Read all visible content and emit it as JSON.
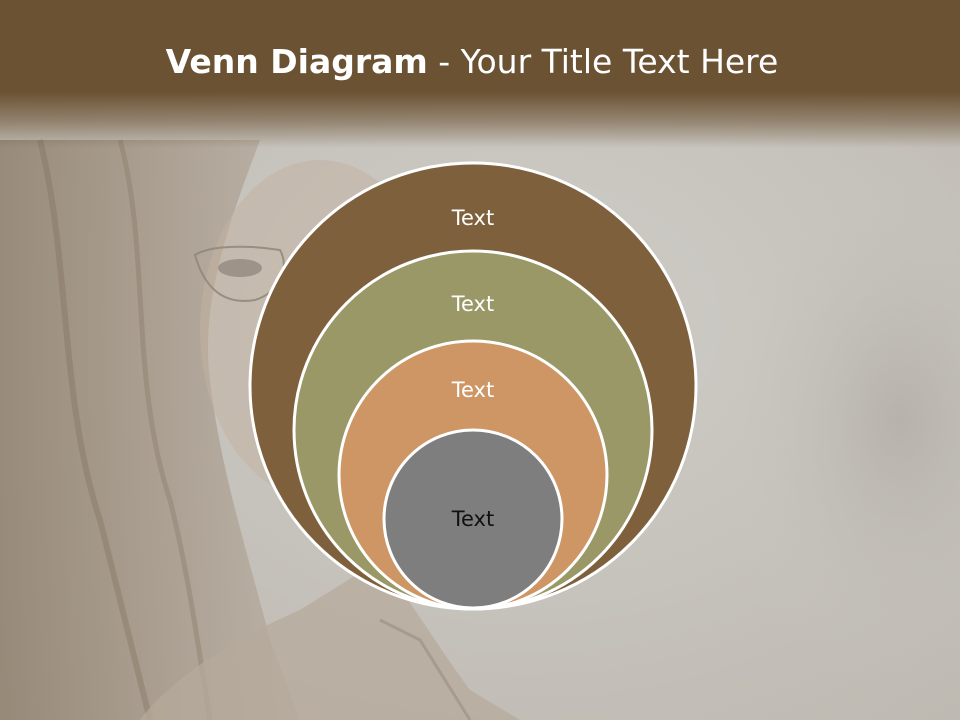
{
  "slide": {
    "title_bold": "Venn Diagram",
    "title_rest": " - Your Title Text Here"
  },
  "colors": {
    "header": "#6b5233",
    "ring_outer": "#7e603d",
    "ring_second": "#9a9866",
    "ring_third": "#cd9664",
    "ring_inner": "#7e7e7e",
    "ring_stroke": "#ffffff"
  },
  "diagram": {
    "type": "nested-venn",
    "rings": [
      {
        "label": "Text",
        "color": "#7e603d",
        "text_color": "#ffffff"
      },
      {
        "label": "Text",
        "color": "#9a9866",
        "text_color": "#ffffff"
      },
      {
        "label": "Text",
        "color": "#cd9664",
        "text_color": "#ffffff"
      },
      {
        "label": "Text",
        "color": "#7e7e7e",
        "text_color": "#111111"
      }
    ]
  }
}
